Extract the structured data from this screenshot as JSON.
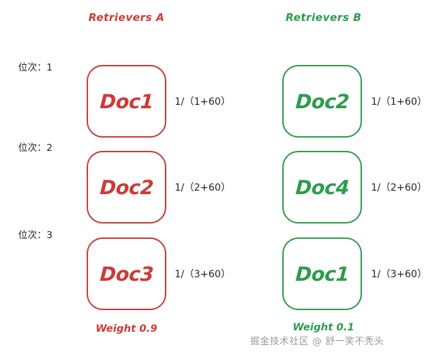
{
  "columns": [
    {
      "title": "Retrievers A",
      "color": "#cc3b38",
      "weight_label": "Weight 0.9",
      "items": [
        {
          "doc": "Doc1",
          "formula": "1/（1+60）"
        },
        {
          "doc": "Doc2",
          "formula": "1/（2+60）"
        },
        {
          "doc": "Doc3",
          "formula": "1/（3+60）"
        }
      ]
    },
    {
      "title": "Retrievers B",
      "color": "#2f9b4e",
      "weight_label": "Weight 0.1",
      "items": [
        {
          "doc": "Doc2",
          "formula": "1/（1+60）"
        },
        {
          "doc": "Doc4",
          "formula": "1/（2+60）"
        },
        {
          "doc": "Doc1",
          "formula": "1/（3+60）"
        }
      ]
    }
  ],
  "ranks": [
    {
      "label": "位次：1"
    },
    {
      "label": "位次：2"
    },
    {
      "label": "位次：3"
    }
  ],
  "watermark": "掘金技术社区 @ 舒一笑不秃头"
}
